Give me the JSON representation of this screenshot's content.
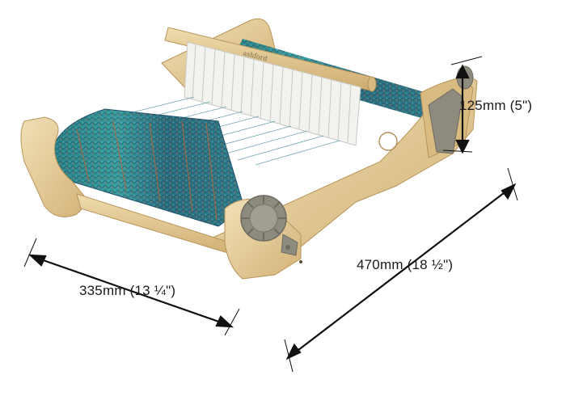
{
  "product": {
    "reed_brand_text": "ashford",
    "colors": {
      "wood_light": "#ecd7a8",
      "wood_mid": "#dcbf86",
      "wood_shadow": "#b8955a",
      "yarn_teal": "#2f8e93",
      "yarn_dark": "#1f4f6a",
      "yarn_rust": "#b5643a",
      "yarn_slate": "#3c5f7a",
      "knob_grey": "#8d8a7e",
      "reed_white": "#f2f2ef"
    }
  },
  "dimensions": {
    "width_label": "335mm (13 ¼\")",
    "depth_label": "470mm (18 ½\")",
    "height_label": "125mm (5\")"
  }
}
